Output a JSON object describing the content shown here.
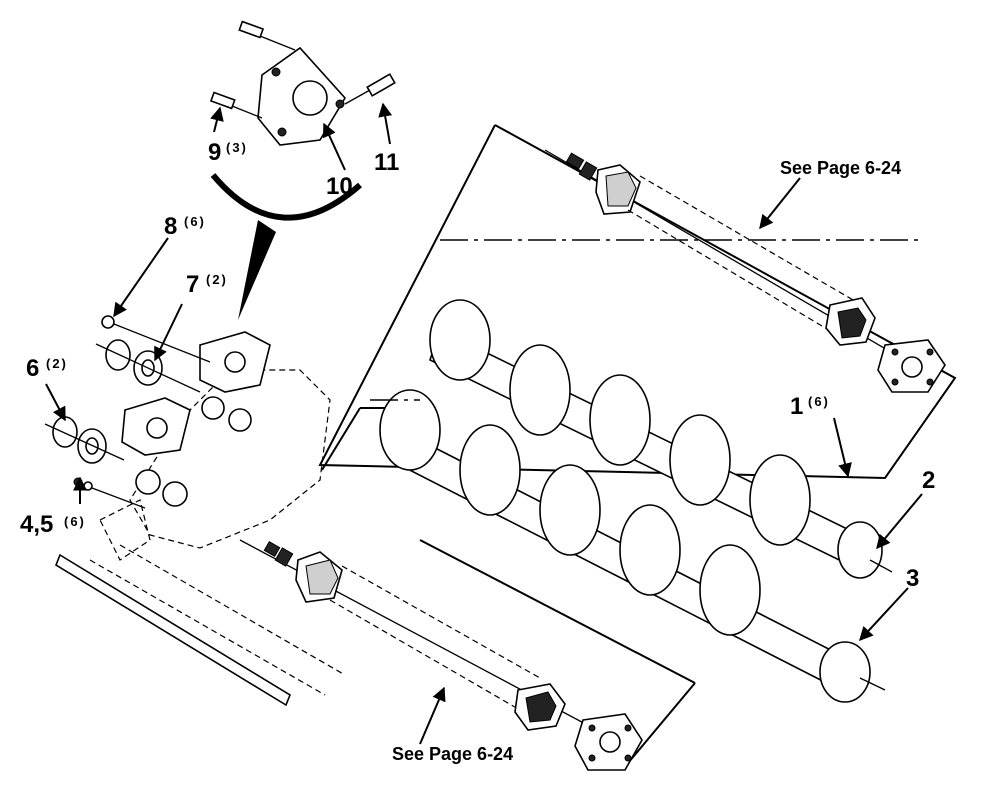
{
  "callouts": {
    "c1": {
      "num": "1",
      "qty": "(6)"
    },
    "c2": {
      "num": "2"
    },
    "c3": {
      "num": "3"
    },
    "c45": {
      "num": "4,5",
      "qty": "(6)"
    },
    "c6": {
      "num": "6",
      "qty": "(2)"
    },
    "c7": {
      "num": "7",
      "qty": "(2)"
    },
    "c8": {
      "num": "8",
      "qty": "(6)"
    },
    "c9": {
      "num": "9",
      "qty": "(3)"
    },
    "c10": {
      "num": "10"
    },
    "c11": {
      "num": "11"
    }
  },
  "references": {
    "top": "See Page 6-24",
    "bottom": "See Page 6-24"
  }
}
